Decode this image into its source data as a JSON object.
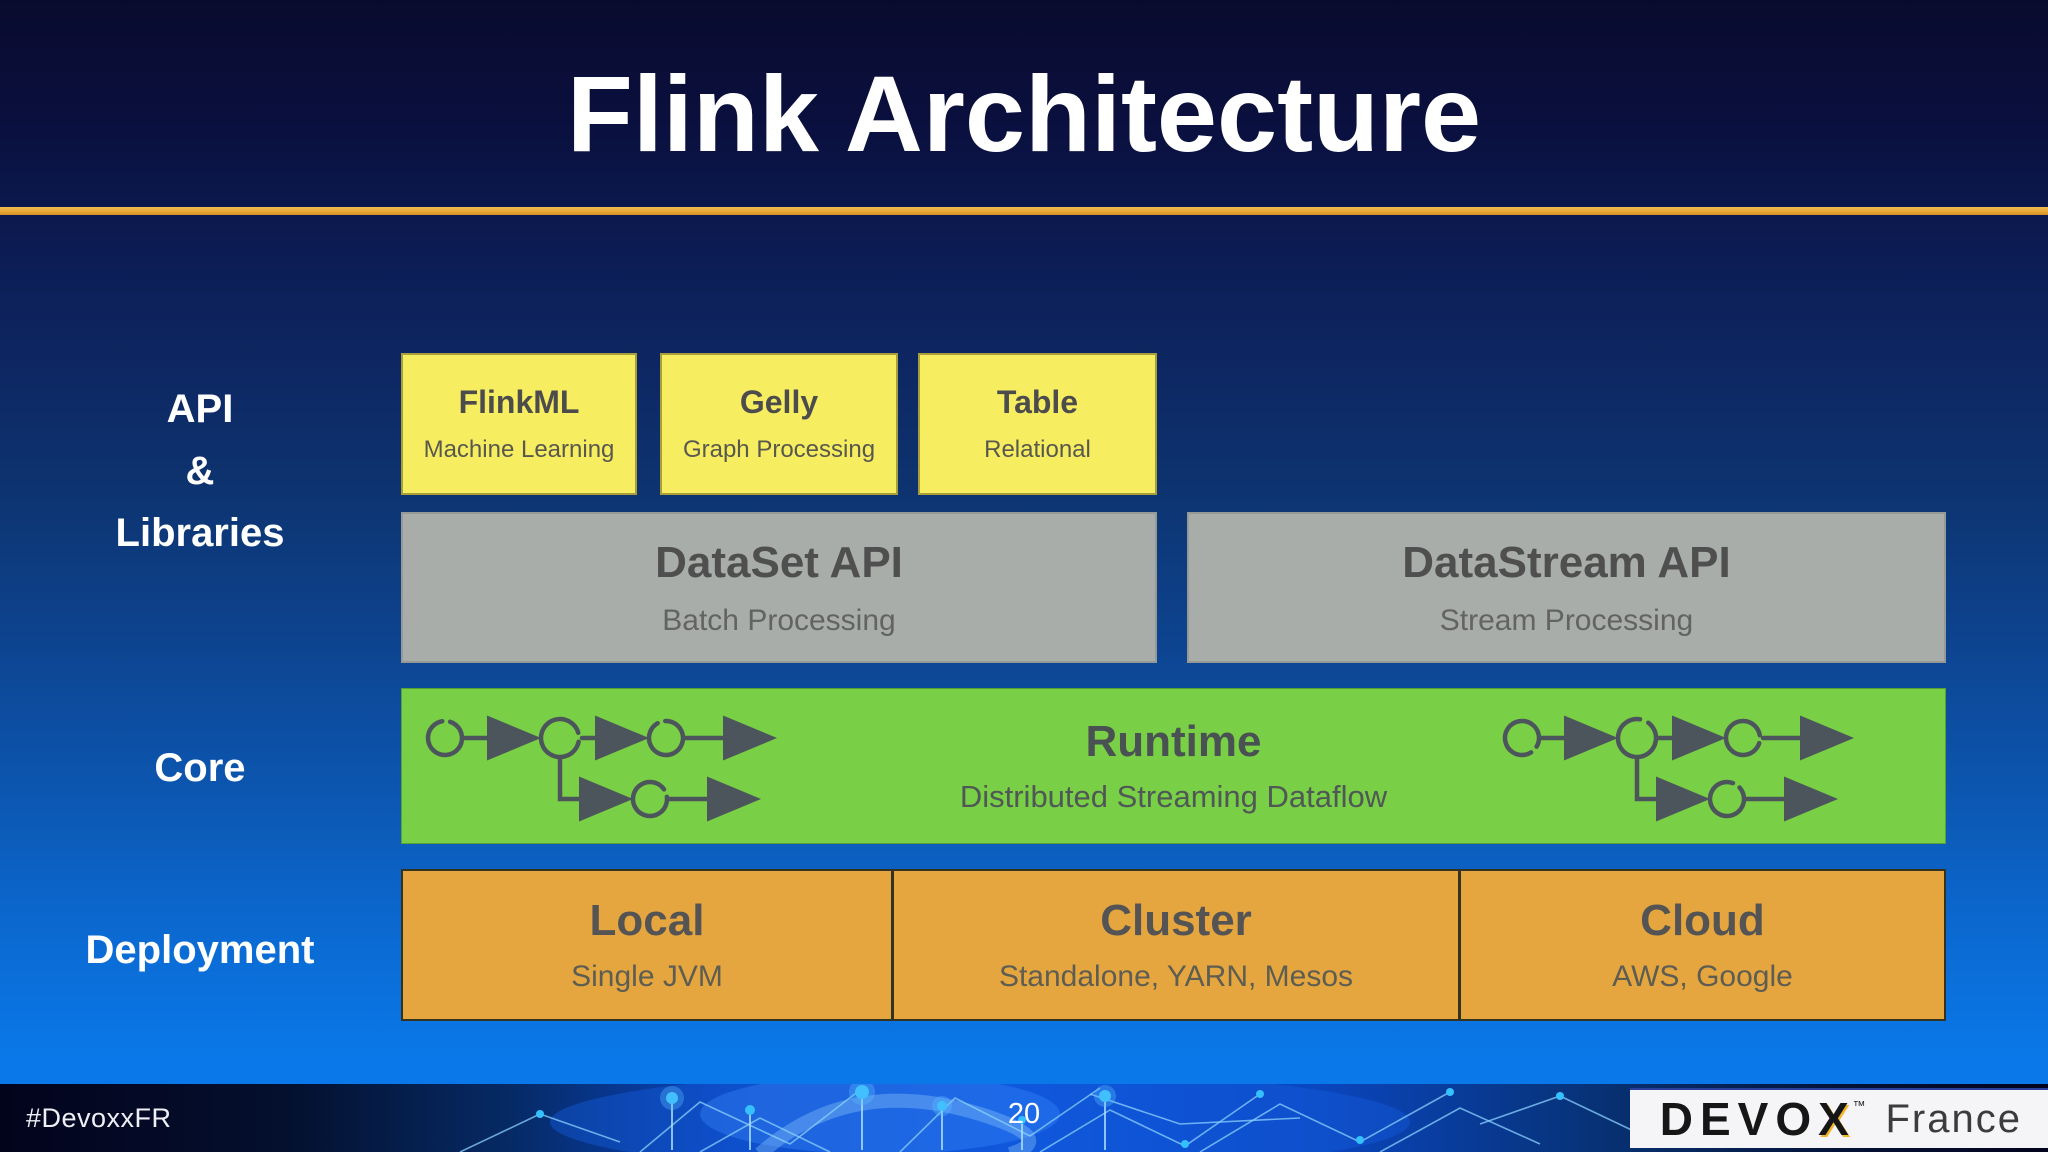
{
  "slide": {
    "title": "Flink Architecture",
    "page_number": "20",
    "hashtag": "#DevoxxFR"
  },
  "labels": {
    "api_lines": [
      "API",
      "&",
      "Libraries"
    ],
    "core": "Core",
    "deployment": "Deployment"
  },
  "libraries": [
    {
      "name": "FlinkML",
      "desc": "Machine Learning"
    },
    {
      "name": "Gelly",
      "desc": "Graph Processing"
    },
    {
      "name": "Table",
      "desc": "Relational"
    }
  ],
  "apis": [
    {
      "name": "DataSet API",
      "desc": "Batch Processing"
    },
    {
      "name": "DataStream API",
      "desc": "Stream Processing"
    }
  ],
  "core": {
    "name": "Runtime",
    "desc": "Distributed Streaming Dataflow"
  },
  "deployment": [
    {
      "name": "Local",
      "desc": "Single JVM"
    },
    {
      "name": "Cluster",
      "desc": "Standalone, YARN, Mesos"
    },
    {
      "name": "Cloud",
      "desc": "AWS, Google"
    }
  ],
  "logo": {
    "prefix": "DEVOX",
    "x_gold": "X",
    "tm": "™",
    "suffix": "France"
  },
  "colors": {
    "accent_gold": "#E8A838",
    "library_yellow": "#F6ED60",
    "api_gray": "#A9ADA9",
    "core_green": "#79CF45",
    "deploy_orange": "#E6A63F",
    "background_top": "#090B2E",
    "background_bottom": "#0A7AEB",
    "footer_navy": "#03031C",
    "doodle_stroke": "#4C545C"
  }
}
